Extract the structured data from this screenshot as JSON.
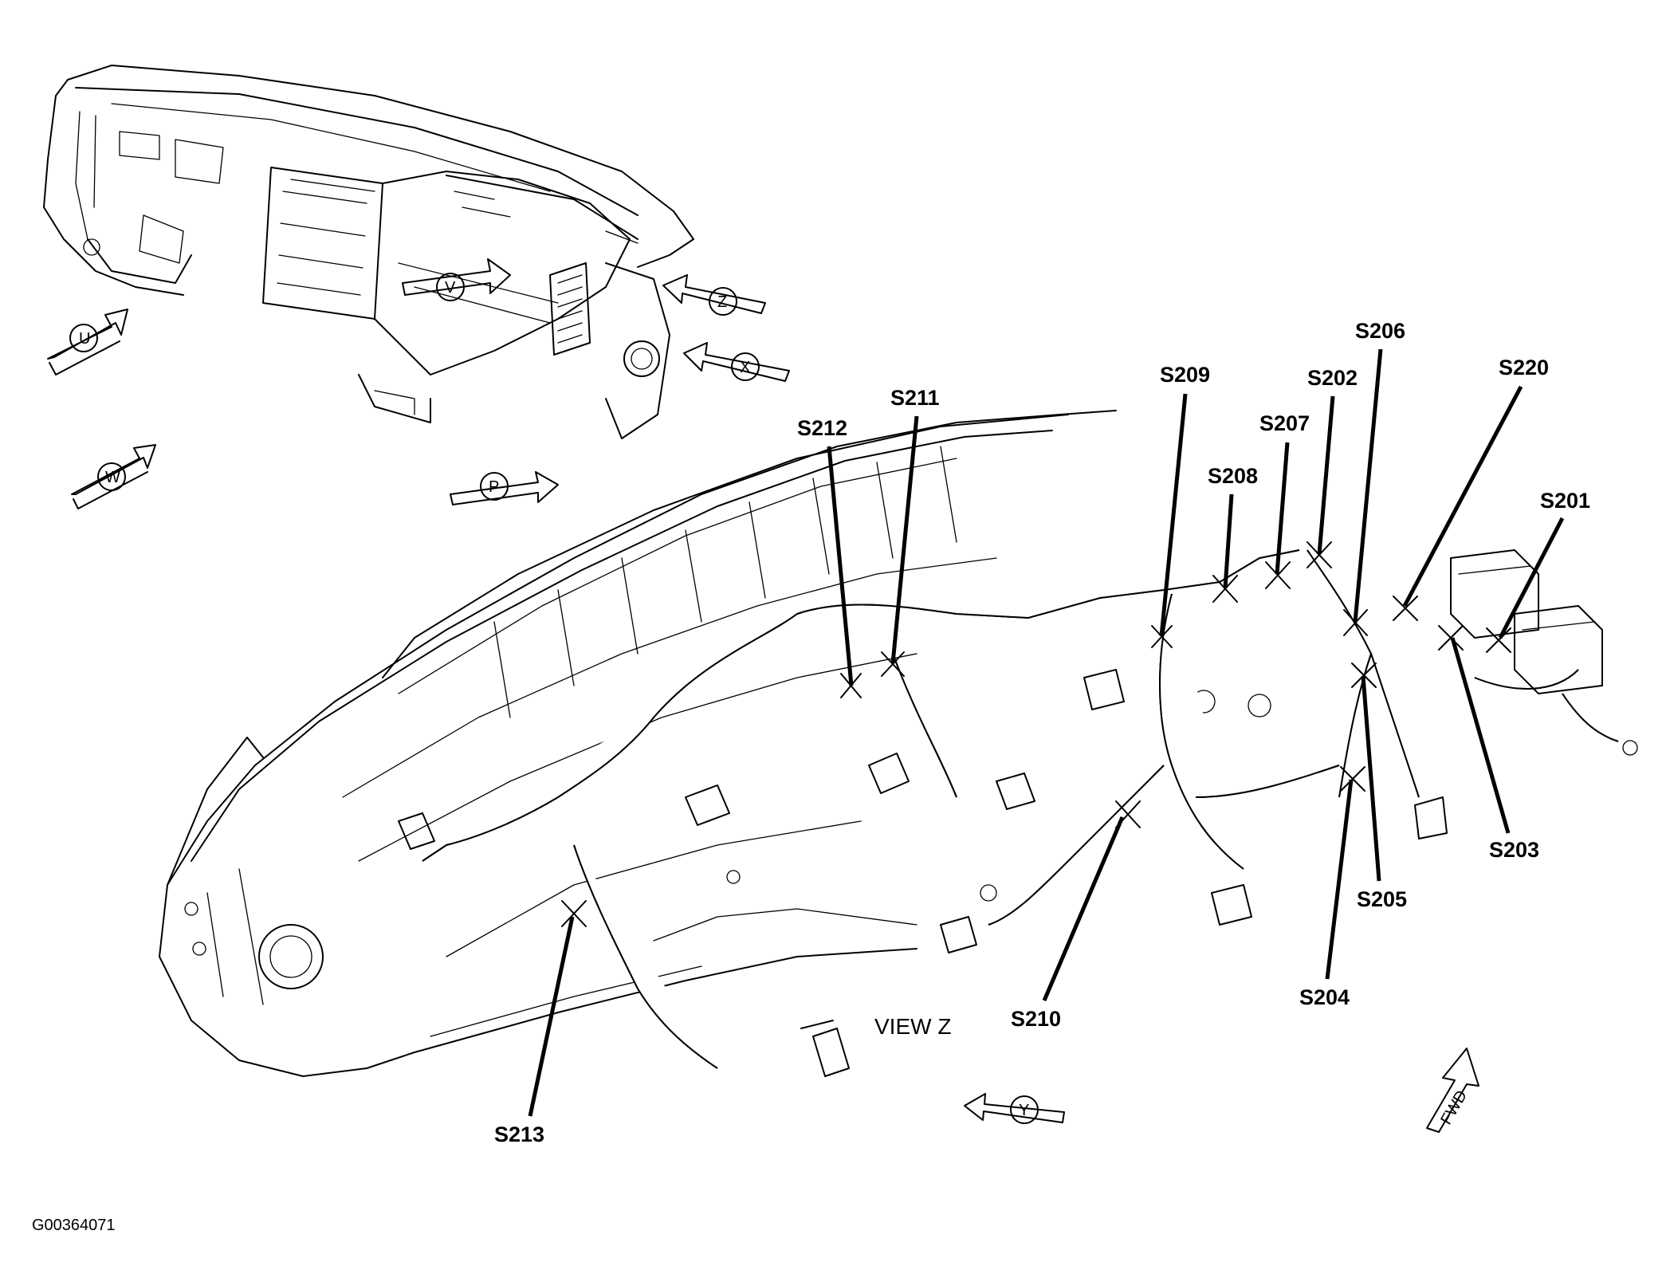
{
  "diagram": {
    "figure_id": "G00364071",
    "view_label": "VIEW Z",
    "front_marker": "FWD",
    "view_arrows": {
      "U": "U",
      "V": "V",
      "W": "W",
      "P": "P",
      "Z": "Z",
      "X": "X",
      "Y": "Y"
    },
    "splices": {
      "S201": "S201",
      "S202": "S202",
      "S203": "S203",
      "S204": "S204",
      "S205": "S205",
      "S206": "S206",
      "S207": "S207",
      "S208": "S208",
      "S209": "S209",
      "S210": "S210",
      "S211": "S211",
      "S212": "S212",
      "S213": "S213",
      "S220": "S220"
    }
  }
}
